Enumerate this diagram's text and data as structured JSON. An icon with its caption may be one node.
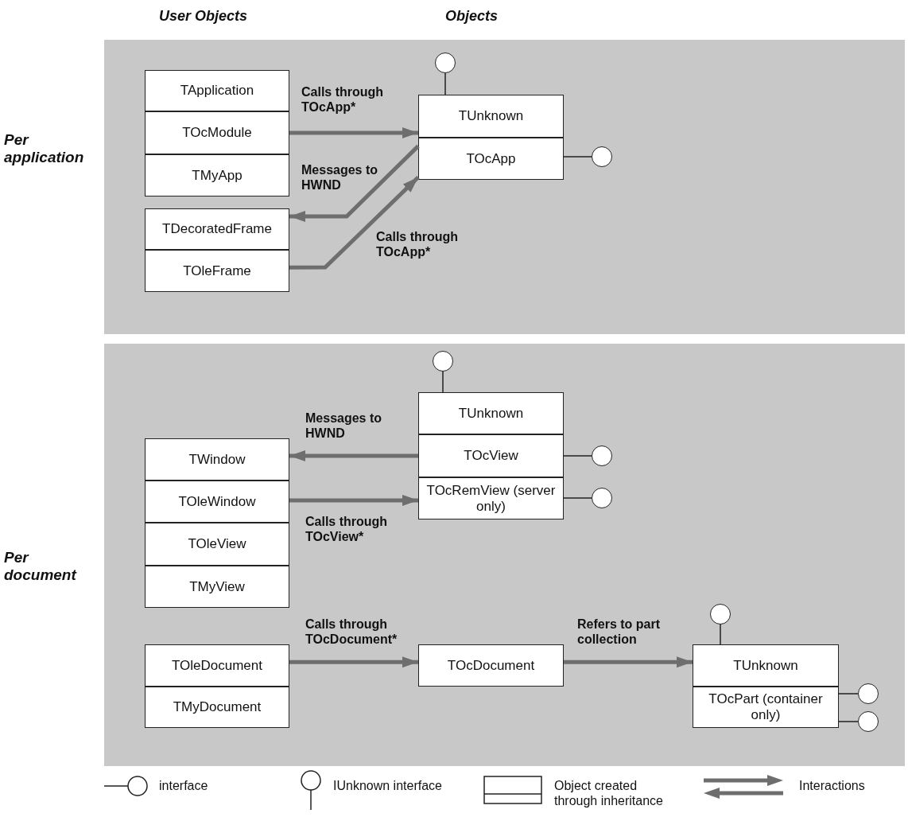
{
  "diagram": {
    "nodes": [
      {
        "text": [
          "Per application"
        ]
      },
      {
        "text": [
          "TApplication"
        ],
        "in": 0
      },
      {
        "text": [
          "TOcModule"
        ],
        "in": 0
      },
      {
        "text": [
          "TMyApp"
        ],
        "in": 0
      },
      {
        "text": [
          "TDecoratedFrame"
        ],
        "in": 0
      },
      {
        "text": [
          "TOleFrame"
        ],
        "in": 0
      },
      {
        "text": [
          "TUnknown"
        ],
        "in": 0
      },
      {
        "text": [
          "TOcApp"
        ],
        "in": 0
      },
      {
        "text": [],
        "shape": "circle",
        "in": 0
      },
      {
        "text": [],
        "shape": "circle",
        "in": 0
      },
      {
        "text": [
          "Per document"
        ]
      },
      {
        "text": [
          "TUnknown"
        ],
        "in": 10
      },
      {
        "text": [
          "TOcView"
        ],
        "in": 10
      },
      {
        "text": [
          "TOcRemView (server only)"
        ],
        "in": 10
      },
      {
        "text": [],
        "shape": "circle",
        "in": 10
      },
      {
        "text": [],
        "shape": "circle",
        "in": 10
      },
      {
        "text": [],
        "shape": "circle",
        "in": 10
      },
      {
        "text": [
          "TWindow"
        ],
        "in": 10
      },
      {
        "text": [
          "TOleWindow"
        ],
        "in": 10
      },
      {
        "text": [
          "TOleView"
        ],
        "in": 10
      },
      {
        "text": [
          "TMyView"
        ],
        "in": 10
      },
      {
        "text": [
          "TOleDocument"
        ],
        "in": 10
      },
      {
        "text": [
          "TMyDocument"
        ],
        "in": 10
      },
      {
        "text": [
          "TOcDocument"
        ],
        "in": 10
      },
      {
        "text": [
          "TUnknown"
        ],
        "in": 10
      },
      {
        "text": [
          "TOcPart (container only)"
        ],
        "in": 10
      },
      {
        "text": [],
        "shape": "circle",
        "in": 10
      },
      {
        "text": [],
        "shape": "circle",
        "in": 10
      },
      {
        "text": [],
        "shape": "circle",
        "in": 10
      }
    ],
    "edges": [
      {
        "from": 2,
        "to": 6,
        "arrow": "to",
        "label": "Calls through TOcApp*",
        "style": "thick",
        "color": "#6e6e6e"
      },
      {
        "from": 7,
        "to": 4,
        "arrow": "to",
        "label": "Messages to HWND",
        "style": "thick",
        "color": "#6e6e6e"
      },
      {
        "from": 5,
        "to": 7,
        "arrow": "to",
        "label": "Calls through TOcApp*",
        "style": "thick",
        "color": "#6e6e6e"
      },
      {
        "from": 6,
        "to": 8,
        "arrow": "none"
      },
      {
        "from": 7,
        "to": 9,
        "arrow": "none"
      },
      {
        "from": 12,
        "to": 17,
        "arrow": "to",
        "label": "Messages to HWND",
        "style": "thick",
        "color": "#6e6e6e"
      },
      {
        "from": 18,
        "to": 13,
        "arrow": "to",
        "label": "Calls through TOcView*",
        "style": "thick",
        "color": "#6e6e6e"
      },
      {
        "from": 11,
        "to": 14,
        "arrow": "none"
      },
      {
        "from": 12,
        "to": 15,
        "arrow": "none"
      },
      {
        "from": 13,
        "to": 16,
        "arrow": "none"
      },
      {
        "from": 21,
        "to": 23,
        "arrow": "to",
        "label": "Calls through TOcDocument*",
        "style": "thick",
        "color": "#6e6e6e"
      },
      {
        "from": 23,
        "to": 24,
        "arrow": "to",
        "label": "Refers to part collection",
        "style": "thick",
        "color": "#6e6e6e"
      },
      {
        "from": 24,
        "to": 26,
        "arrow": "none"
      },
      {
        "from": 25,
        "to": 27,
        "arrow": "none"
      },
      {
        "from": 25,
        "to": 28,
        "arrow": "none"
      }
    ],
    "labels": [
      "User Objects",
      "Objects"
    ],
    "legend": [
      {
        "text": "interface"
      },
      {
        "text": "IUnknown interface"
      },
      {
        "text": "Object created through inheritance"
      },
      {
        "text": "Interactions"
      }
    ]
  }
}
